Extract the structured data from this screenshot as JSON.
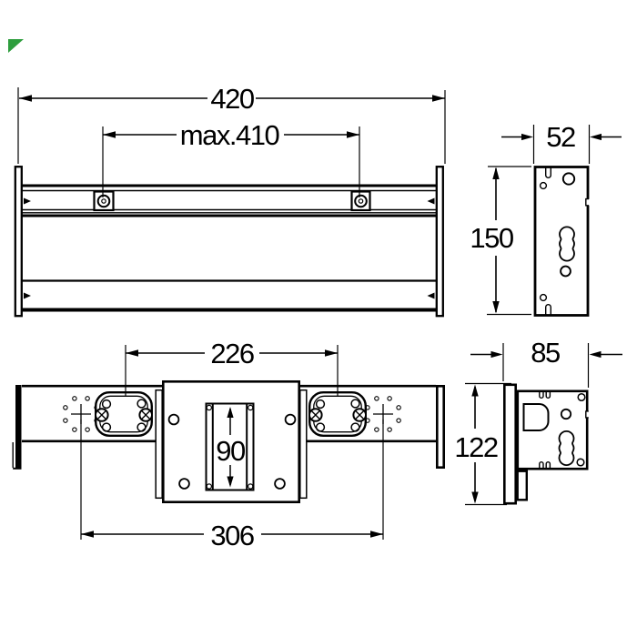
{
  "meta": {
    "background": "#ffffff",
    "ink": "#000000",
    "accent_green": "#2e9e3e"
  },
  "icons": {
    "brand_mark": "green-corner-triangle-mark"
  },
  "views": {
    "rail_front": {
      "dim_overall": "420",
      "dim_adjustable": "max.410"
    },
    "rail_side": {
      "dim_width": "52",
      "dim_height": "150"
    },
    "crossbar_front": {
      "dim_fixture_centers": "226",
      "dim_slot": "90",
      "dim_anchor_centers": "306"
    },
    "crossbar_side": {
      "dim_depth": "85",
      "dim_height": "122"
    }
  }
}
